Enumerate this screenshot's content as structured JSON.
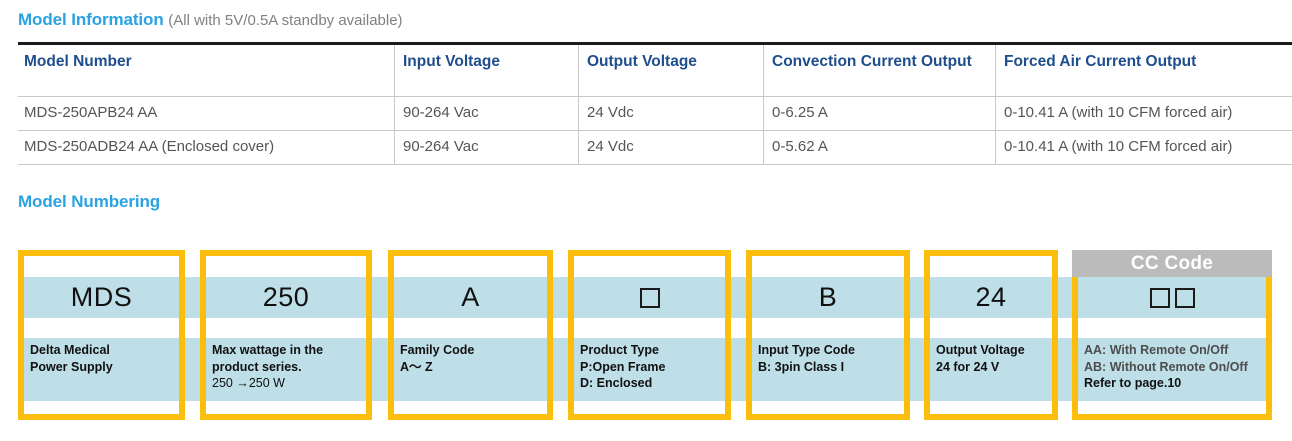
{
  "model_information": {
    "heading": "Model Information",
    "subheading": "(All with 5V/0.5A standby available)",
    "columns": [
      "Model  Number",
      "Input  Voltage",
      "Output  Voltage",
      "Convection Current Output",
      "Forced Air Current Output"
    ],
    "rows": [
      {
        "model_number": "MDS-250APB24 AA",
        "input_voltage": "90-264 Vac",
        "output_voltage": "24 Vdc",
        "convection_current_output": "0-6.25 A",
        "forced_air_current_output": "0-10.41 A (with 10 CFM forced air)"
      },
      {
        "model_number": "MDS-250ADB24 AA (Enclosed cover)",
        "input_voltage": "90-264 Vac",
        "output_voltage": "24 Vdc",
        "convection_current_output": "0-5.62 A",
        "forced_air_current_output": "0-10.41 A (with 10 CFM forced air)"
      }
    ]
  },
  "model_numbering": {
    "heading": "Model Numbering",
    "segments": [
      {
        "header": "",
        "code": "MDS",
        "desc_lines": [
          "Delta Medical",
          "Power Supply"
        ],
        "desc_plain_lines": []
      },
      {
        "header": "",
        "code": "250",
        "desc_lines": [
          "Max wattage in the",
          "product series."
        ],
        "desc_plain_lines": [
          "250 →250 W"
        ]
      },
      {
        "header": "",
        "code": "A",
        "desc_lines": [
          "Family Code",
          "A～ Z"
        ],
        "desc_plain_lines": []
      },
      {
        "header": "",
        "code": "□",
        "desc_lines": [
          "Product Type",
          "P:Open Frame",
          "D: Enclosed"
        ],
        "desc_plain_lines": []
      },
      {
        "header": "",
        "code": "B",
        "desc_lines": [
          "Input Type Code",
          "B: 3pin Class I"
        ],
        "desc_plain_lines": []
      },
      {
        "header": "",
        "code": "24",
        "desc_lines": [
          "Output Voltage",
          "24 for 24 V"
        ],
        "desc_plain_lines": []
      },
      {
        "header": "CC Code",
        "code": "□□",
        "desc_lines": [
          "AA: With Remote On/Off",
          "AB: Without Remote On/Off",
          "Refer to page.10"
        ],
        "desc_plain_lines": []
      }
    ]
  },
  "colors": {
    "accent_blue": "#29A3E2",
    "header_navy": "#1F4E8C",
    "box_orange": "#FBBE0D",
    "band_blue": "#BEDEE8",
    "gray_header": "#BBBBBB"
  }
}
